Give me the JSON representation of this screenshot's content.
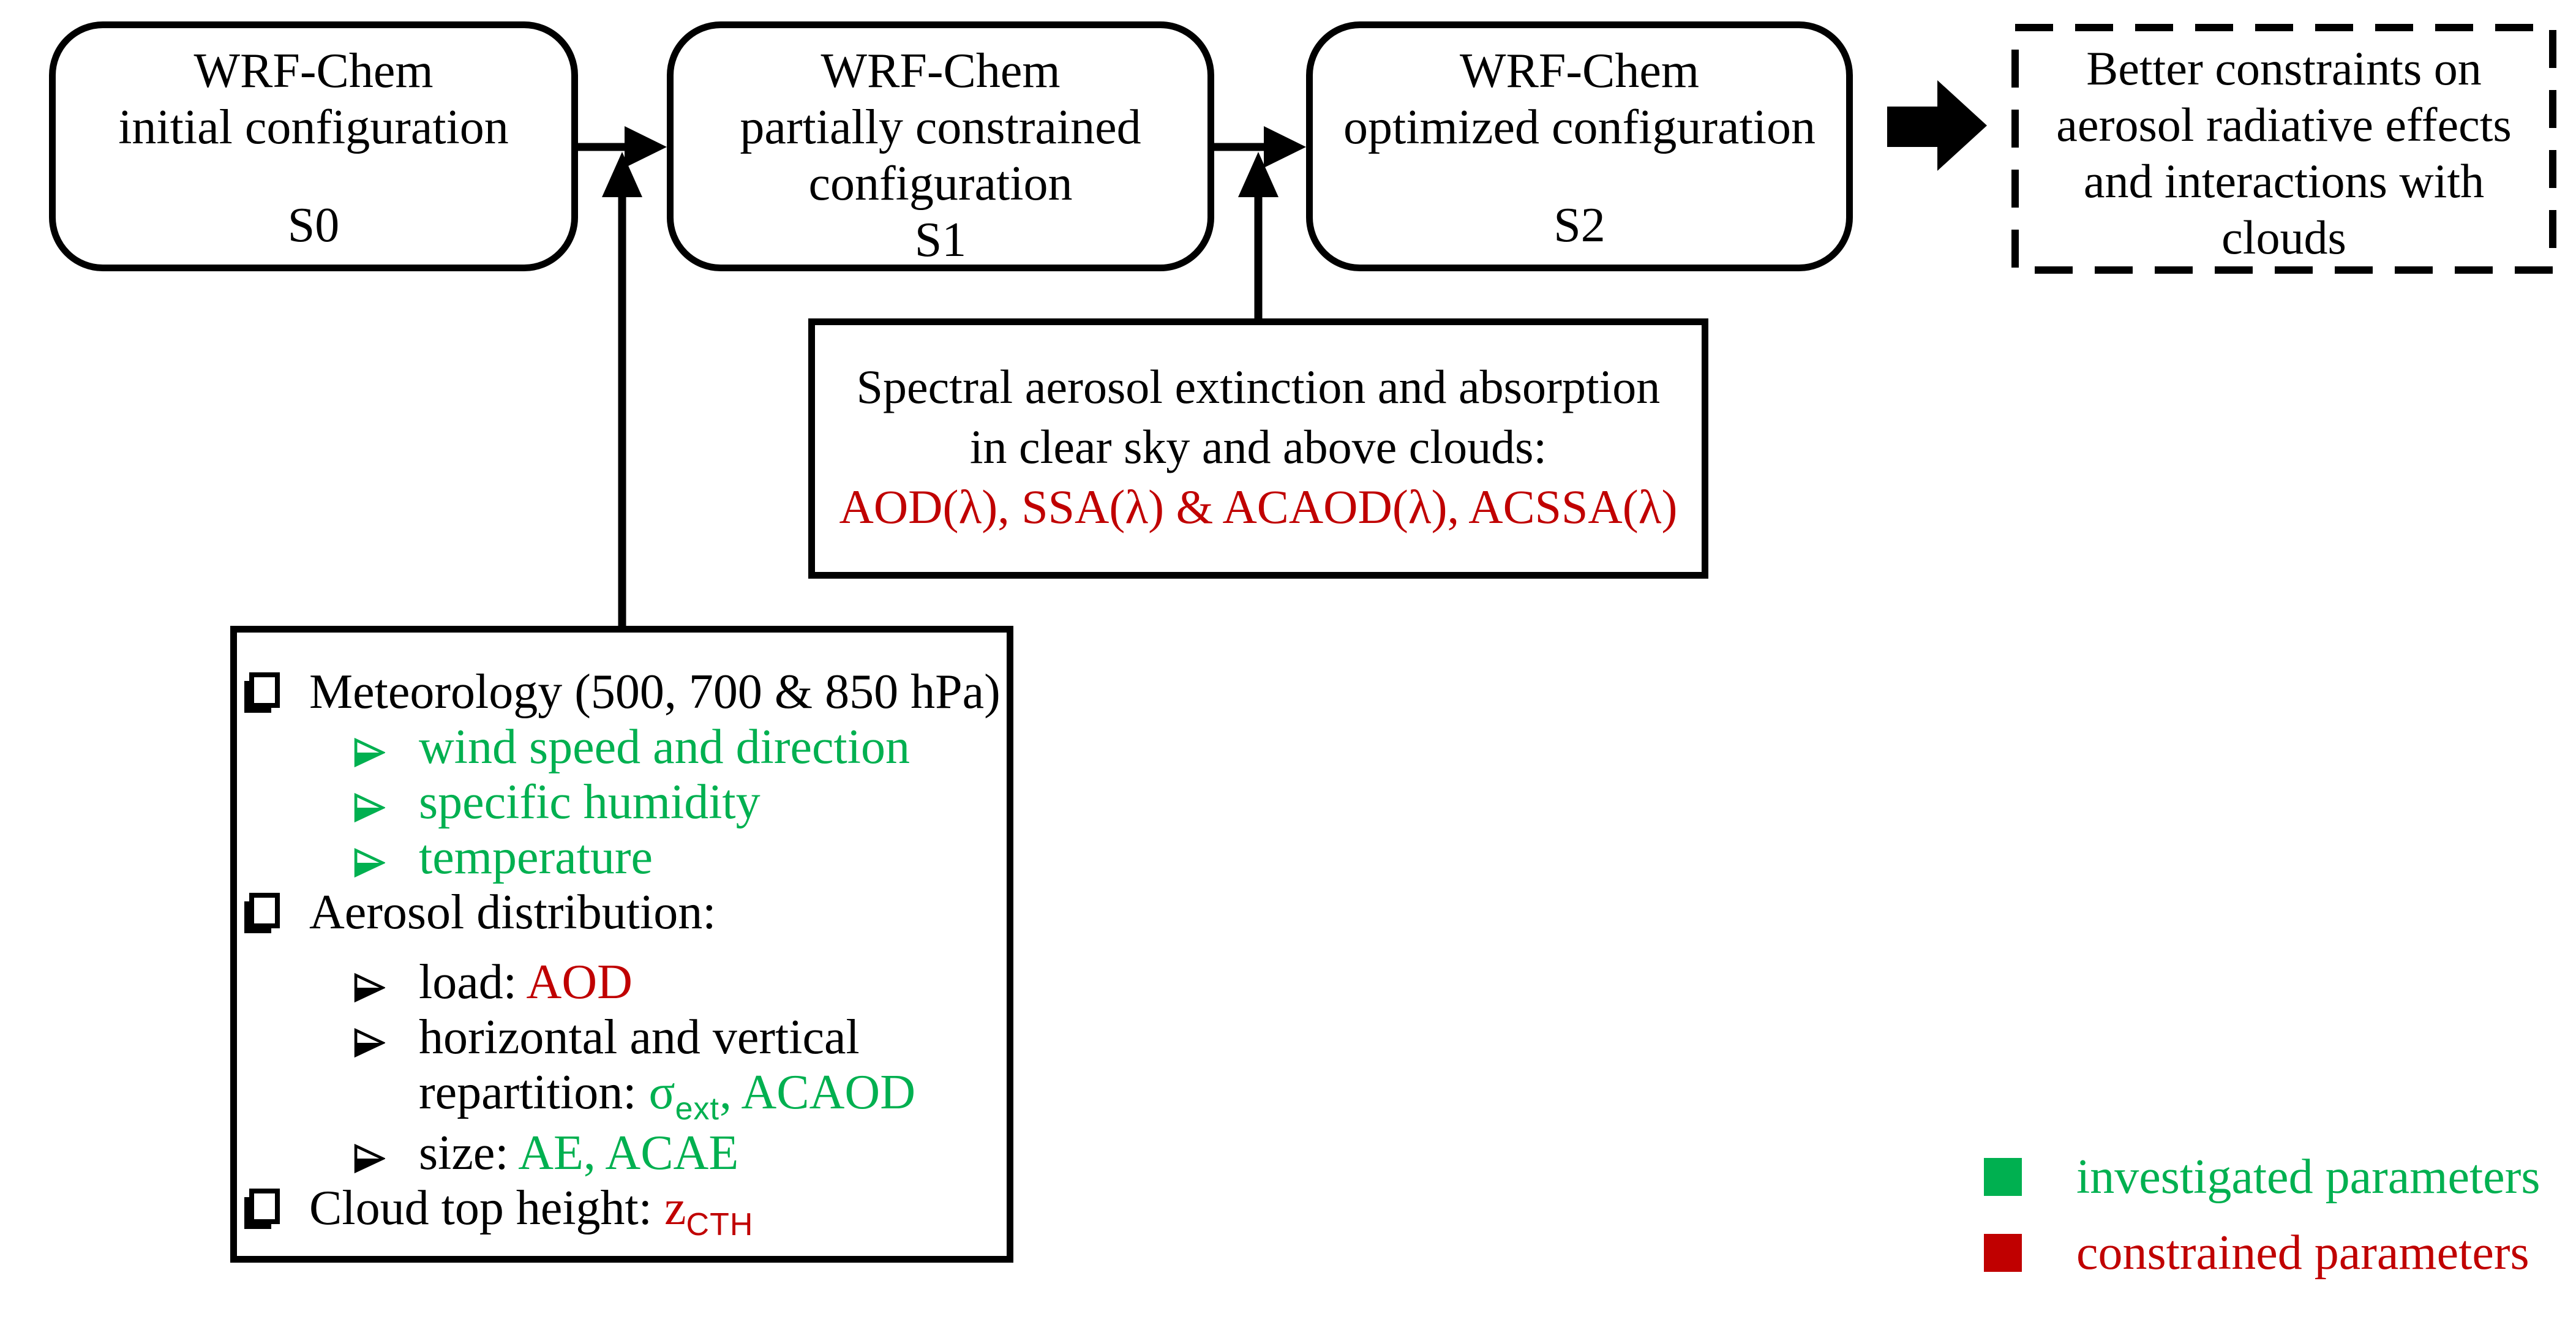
{
  "colors": {
    "green": "#00B050",
    "red": "#C00000",
    "black": "#000000"
  },
  "boxes": {
    "s0": {
      "lines": [
        "WRF-Chem",
        "initial configuration"
      ],
      "label": "S0"
    },
    "s1": {
      "lines": [
        "WRF-Chem",
        "partially constrained",
        "configuration"
      ],
      "label": "S1"
    },
    "s2": {
      "lines": [
        "WRF-Chem",
        "optimized configuration"
      ],
      "label": "S2"
    },
    "outcome": {
      "lines": [
        "Better constraints on",
        "aerosol radiative effects",
        "and interactions with",
        "clouds"
      ]
    },
    "observations": {
      "black_lines": [
        "Spectral aerosol extinction and absorption",
        "in clear sky and above clouds:"
      ],
      "red_line": "AOD(λ), SSA(λ) & ACAOD(λ), ACSSA(λ)"
    }
  },
  "checklist": {
    "items": [
      {
        "level": 1,
        "bullet": "square",
        "color": "black",
        "segments": [
          {
            "t": "Meteorology (500, 700 & 850 hPa)",
            "c": "black"
          }
        ]
      },
      {
        "level": 2,
        "bullet": "arrow",
        "color": "green",
        "segments": [
          {
            "t": "wind speed and direction",
            "c": "green"
          }
        ]
      },
      {
        "level": 2,
        "bullet": "arrow",
        "color": "green",
        "segments": [
          {
            "t": "specific humidity",
            "c": "green"
          }
        ]
      },
      {
        "level": 2,
        "bullet": "arrow",
        "color": "green",
        "segments": [
          {
            "t": "temperature",
            "c": "green"
          }
        ]
      },
      {
        "level": 1,
        "bullet": "square",
        "color": "black",
        "segments": [
          {
            "t": "Aerosol distribution:",
            "c": "black"
          }
        ]
      },
      {
        "level": 2,
        "bullet": "arrow",
        "color": "black",
        "gap_before": true,
        "segments": [
          {
            "t": "load: ",
            "c": "black"
          },
          {
            "t": "AOD",
            "c": "red"
          }
        ]
      },
      {
        "level": 2,
        "bullet": "arrow",
        "color": "black",
        "segments": [
          {
            "t": "horizontal and vertical",
            "c": "black"
          }
        ]
      },
      {
        "level": 3,
        "bullet": "none",
        "segments": [
          {
            "t": "repartition: ",
            "c": "black"
          },
          {
            "t": "σ",
            "c": "green"
          },
          {
            "t": "ext",
            "c": "green",
            "sub": true
          },
          {
            "t": ", ACAOD",
            "c": "green"
          }
        ]
      },
      {
        "level": 2,
        "bullet": "arrow",
        "color": "black",
        "segments": [
          {
            "t": "size: ",
            "c": "black"
          },
          {
            "t": "AE, ACAE",
            "c": "green"
          }
        ]
      },
      {
        "level": 1,
        "bullet": "square",
        "color": "black",
        "segments": [
          {
            "t": "Cloud top height: ",
            "c": "black"
          },
          {
            "t": "z",
            "c": "red"
          },
          {
            "t": "CTH",
            "c": "red",
            "sub": true
          }
        ]
      }
    ]
  },
  "legend": {
    "items": [
      {
        "label": "investigated parameters",
        "color": "green"
      },
      {
        "label": "constrained parameters",
        "color": "red"
      }
    ]
  }
}
